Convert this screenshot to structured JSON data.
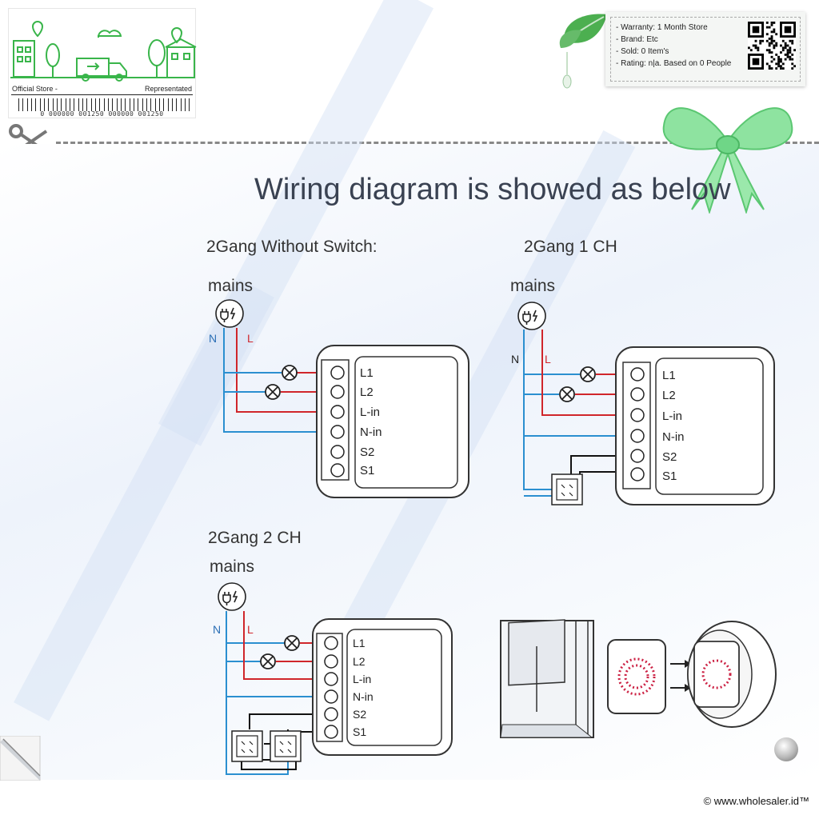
{
  "store_badge": {
    "left_label": "Official Store -",
    "right_label": "Representated",
    "barcode_text": "0 000000 001250 000000 001250"
  },
  "info_card": {
    "lines": [
      "- Warranty: 1 Month Store",
      "- Brand: Etc",
      "- Sold: 0 Item's",
      "- Rating: n|a. Based on 0 People"
    ]
  },
  "title": "Wiring diagram is showed as below",
  "sections": [
    {
      "heading": "2Gang Without Switch:",
      "mains": "mains"
    },
    {
      "heading": "2Gang 1 CH",
      "mains": "mains"
    },
    {
      "heading": "2Gang 2 CH",
      "mains": "mains"
    }
  ],
  "wire_labels": {
    "neutral": "N",
    "live": "L"
  },
  "terminals": [
    "L1",
    "L2",
    "L-in",
    "N-in",
    "S2",
    "S1"
  ],
  "colors": {
    "neutral_wire": "#2b8fd0",
    "live_wire": "#d0262b",
    "switch_wire": "#111111"
  },
  "copyright": "© www.wholesaler.id™"
}
